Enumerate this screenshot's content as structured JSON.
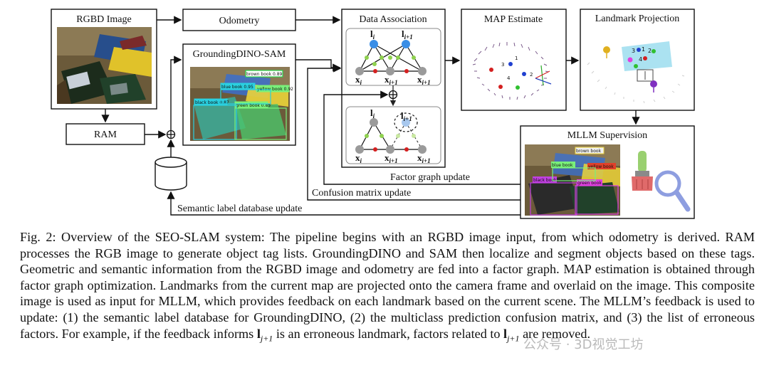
{
  "figure": {
    "rgbd_image_label": "RGBD Image",
    "odometry_label": "Odometry",
    "grounding_label": "GroundingDINO-SAM",
    "ram_label": "RAM",
    "data_association_label": "Data Association",
    "map_estimate_label": "MAP Estimate",
    "landmark_projection_label": "Landmark Projection",
    "mllm_label": "MLLM Supervision",
    "factor_graph_update_label": "Factor graph update",
    "confusion_update_label": "Confusion matrix update",
    "semantic_update_label": "Semantic label database update",
    "detections": [
      {
        "text": "brown book 0.89"
      },
      {
        "text": "blue book 0.95"
      },
      {
        "text": "yellow book 0.92"
      },
      {
        "text": "black book 0.87"
      },
      {
        "text": "green book 0.85"
      }
    ],
    "mllm_detections": [
      {
        "text": "brown book"
      },
      {
        "text": "blue book"
      },
      {
        "text": "yellow book"
      },
      {
        "text": "black book"
      },
      {
        "text": "green book"
      }
    ],
    "graph_top": {
      "l_i": "l",
      "l_i_sub": "i",
      "l_j": "l",
      "l_j_sub": "i+1",
      "x1": "x",
      "x1_sub": "i",
      "x2": "x",
      "x2_sub": "i+1",
      "x3": "x",
      "x3_sub": "i+1"
    },
    "graph_bottom": {
      "l_i": "l",
      "l_i_sub": "i",
      "l_j": "l",
      "l_j_sub": "i+1",
      "x1": "x",
      "x1_sub": "i",
      "x2": "x",
      "x2_sub": "i+1",
      "x3": "x",
      "x3_sub": "i+1"
    },
    "map_numbers": [
      "1",
      "2",
      "3",
      "4"
    ],
    "proj_numbers": [
      "3",
      "1",
      "4",
      "2"
    ],
    "oplus": "⊕"
  },
  "caption": {
    "text": "Fig. 2: Overview of the SEO-SLAM system: The pipeline begins with an RGBD image input, from which odometry is derived. RAM processes the RGB image to generate object tag lists. GroundingDINO and SAM then localize and segment objects based on these tags. Geometric and semantic information from the RGBD image and odometry are fed into a factor graph. MAP estimation is obtained through factor graph optimization. Landmarks from the current map are projected onto the camera frame and overlaid on the image. This composite image is used as input for MLLM, which provides feedback on each landmark based on the current scene. The MLLM’s feedback is used to update: (1) the semantic label database for GroundingDINO, (2) the multiclass prediction confusion matrix, and (3) the list of erroneous factors. For example, if the feedback informs ",
    "lj": "l",
    "lj_sub": "j+1",
    "middle": " is an erroneous landmark, factors related to ",
    "lj2": "l",
    "lj2_sub": "j+1",
    "end": " are removed."
  },
  "watermark": "公众号 · 3D视觉工坊"
}
